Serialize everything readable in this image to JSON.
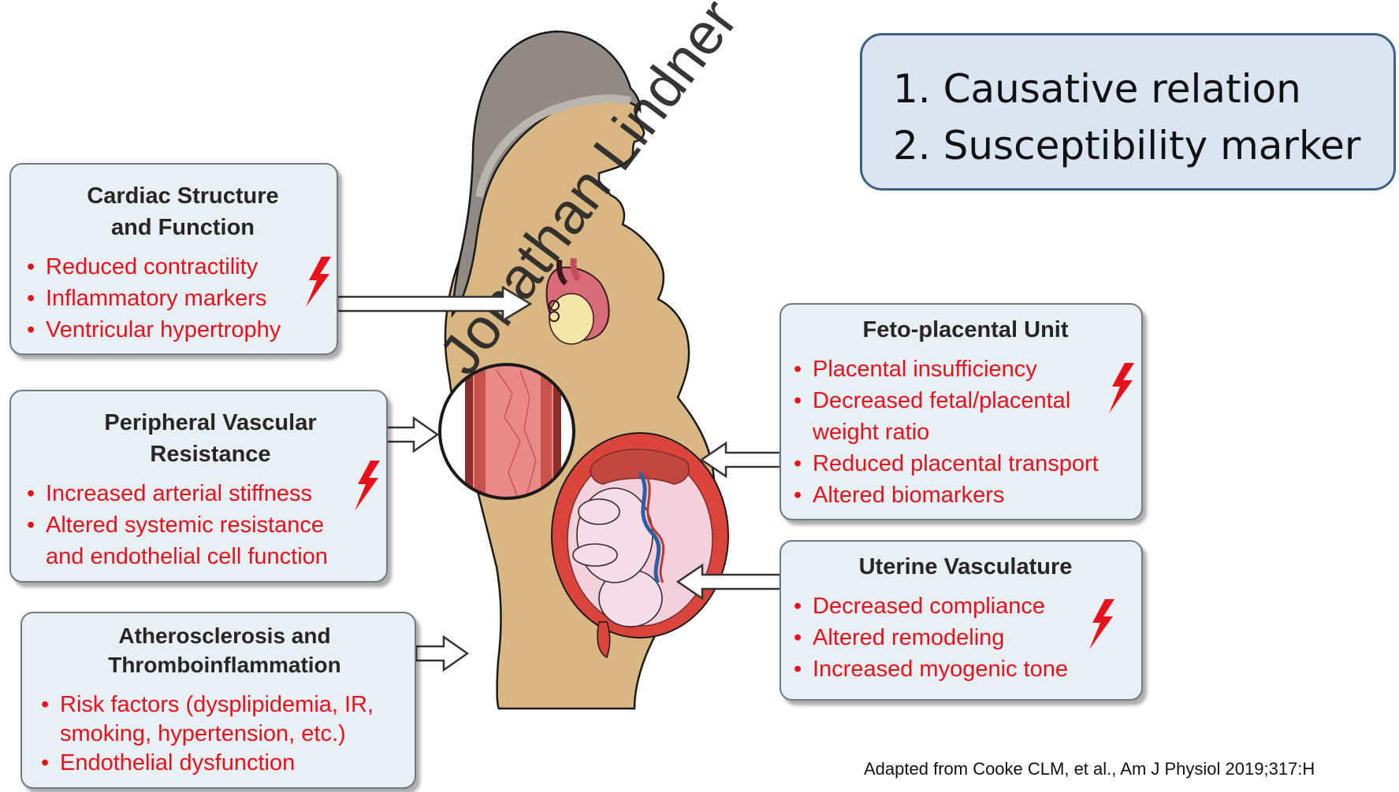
{
  "boxes": {
    "cardiac": {
      "title_line1": "Cardiac Structure",
      "title_line2": "and Function",
      "items": [
        "Reduced contractility",
        "Inflammatory markers",
        "Ventricular hypertrophy"
      ]
    },
    "peripheral": {
      "title_line1": "Peripheral Vascular",
      "title_line2": "Resistance",
      "items": [
        "Increased arterial stiffness",
        "Altered systemic resistance",
        "and endothelial cell function"
      ]
    },
    "athero": {
      "title_line1": "Atherosclerosis and",
      "title_line2": "Thromboinflammation",
      "items": [
        "Risk factors (dysplipidemia, IR,",
        "smoking, hypertension, etc.)",
        "Endothelial dysfunction"
      ]
    },
    "feto": {
      "title": "Feto-placental Unit",
      "items": [
        "Placental insufficiency",
        "Decreased fetal/placental",
        "weight ratio",
        "Reduced placental transport",
        "Altered biomarkers"
      ]
    },
    "uterine": {
      "title": "Uterine Vasculature",
      "items": [
        "Decreased compliance",
        "Altered remodeling",
        "Increased myogenic tone"
      ]
    }
  },
  "pill": {
    "line1": "1. Causative relation",
    "line2": "2. Susceptibility marker"
  },
  "watermark": "Jonathan Lindner",
  "citation": "Adapted from Cooke CLM, et al., Am J Physiol 2019;317:H",
  "colors": {
    "risk_text": "#e8101a",
    "box_fill": "#e9f0f4",
    "pill_fill": "#dbe5f1",
    "pill_border": "#3e5f8a",
    "skin": "#d8b783",
    "hair": "#8f8a85",
    "uterus": "#d9453b"
  },
  "icons": {
    "bolt": "lightning-bolt-icon",
    "heart": "heart-illustration",
    "vessel": "artery-cross-section-illustration",
    "fetus": "fetus-in-uterus-illustration"
  }
}
